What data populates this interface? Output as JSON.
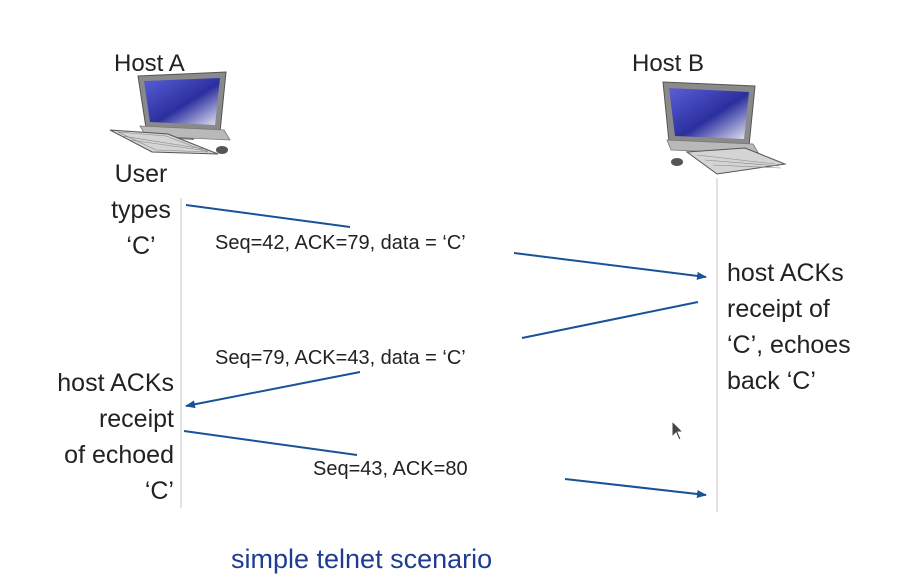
{
  "hosts": {
    "a": {
      "label": "Host A"
    },
    "b": {
      "label": "Host B"
    }
  },
  "notes": {
    "a_top": [
      "User",
      "types",
      "‘C’"
    ],
    "b_mid": [
      "host ACKs",
      "receipt of",
      "‘C’, echoes",
      "back ‘C’"
    ],
    "a_bottom": [
      "host ACKs",
      "receipt",
      "of echoed",
      "‘C’"
    ]
  },
  "messages": {
    "m1": "Seq=42, ACK=79, data = ‘C’",
    "m2": "Seq=79, ACK=43, data = ‘C’",
    "m3": "Seq=43, ACK=80"
  },
  "caption": "simple telnet scenario",
  "colors": {
    "arrow": "#1a5296",
    "timeline": "#d0d0d0",
    "caption": "#1f3c91",
    "screen": "#2b2f9e"
  },
  "icons": {
    "host_a": "desktop-computer-icon",
    "host_b": "desktop-computer-icon",
    "pointer": "mouse-pointer-icon"
  }
}
